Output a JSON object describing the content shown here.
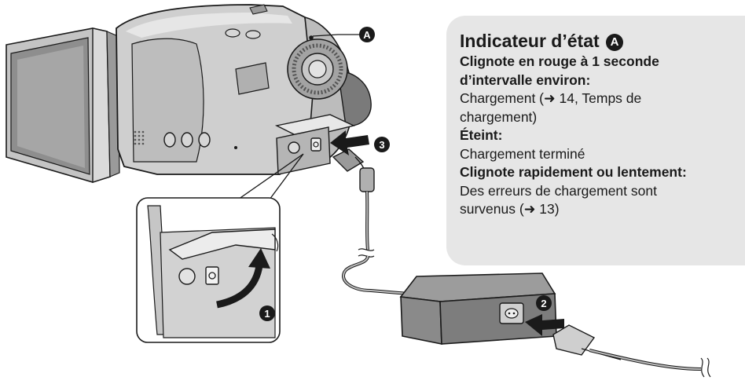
{
  "callouts": {
    "a": "A",
    "one": "1",
    "two": "2",
    "three": "3"
  },
  "panel": {
    "title": "Indicateur d’état",
    "title_badge": "A",
    "lines": [
      {
        "text": "Clignote en rouge à 1 seconde",
        "bold": true
      },
      {
        "text": "d’intervalle environ:",
        "bold": true
      },
      {
        "text": "Chargement (➜ 14, Temps de",
        "bold": false
      },
      {
        "text": "chargement)",
        "bold": false
      },
      {
        "text": "Éteint:",
        "bold": true
      },
      {
        "text": "Chargement terminé",
        "bold": false
      },
      {
        "text": "Clignote rapidement ou lentement:",
        "bold": true
      },
      {
        "text": "Des erreurs de chargement sont",
        "bold": false
      },
      {
        "text": "survenus (➜ 13)",
        "bold": false
      }
    ]
  },
  "colors": {
    "panel_bg": "#e6e6e6",
    "ink": "#1a1a1a",
    "body_light": "#cfcfcf",
    "body_mid": "#a9a9a9",
    "body_dark": "#707070"
  }
}
